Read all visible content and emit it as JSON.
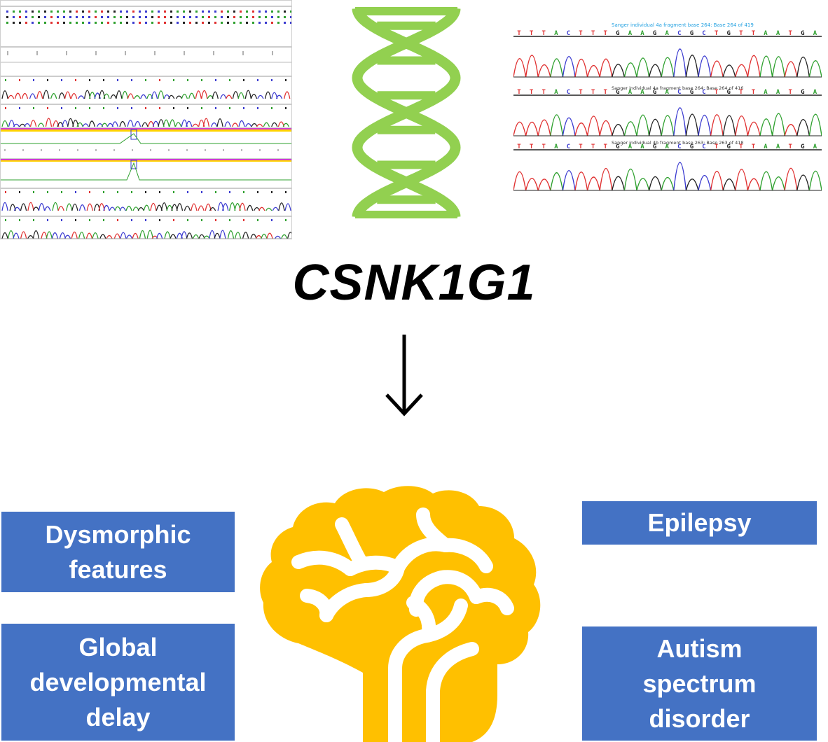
{
  "gene": "CSNK1G1",
  "phenotypes": {
    "dysmorphic": [
      "Dysmorphic",
      "features"
    ],
    "gdd": [
      "Global",
      "developmental",
      "delay"
    ],
    "epilepsy": [
      "Epilepsy"
    ],
    "asd": [
      "Autism",
      "spectrum",
      "disorder"
    ]
  },
  "colors": {
    "dna": "#92d050",
    "brain": "#ffc000",
    "box": "#4472c4",
    "trace_a": "#2ea02e",
    "trace_c": "#3a3ad0",
    "trace_g": "#222222",
    "trace_t": "#e03030",
    "highlight_yellow": "#ffd400",
    "highlight_magenta": "#d13bd1"
  },
  "icons": [
    "dna-icon",
    "brain-icon",
    "down-arrow-icon"
  ],
  "sanger": {
    "right_header": "Sanger individual 4a fragment base 264: Base 264 of 419",
    "right_labels": [
      "Sanger individual 4a fragment base 264: Base 264 of 416",
      "Sanger individual 4b fragment base 263: Base 263 of 418"
    ],
    "bases": "TTTACTTTGAAGACGCTGTTAATGA"
  }
}
